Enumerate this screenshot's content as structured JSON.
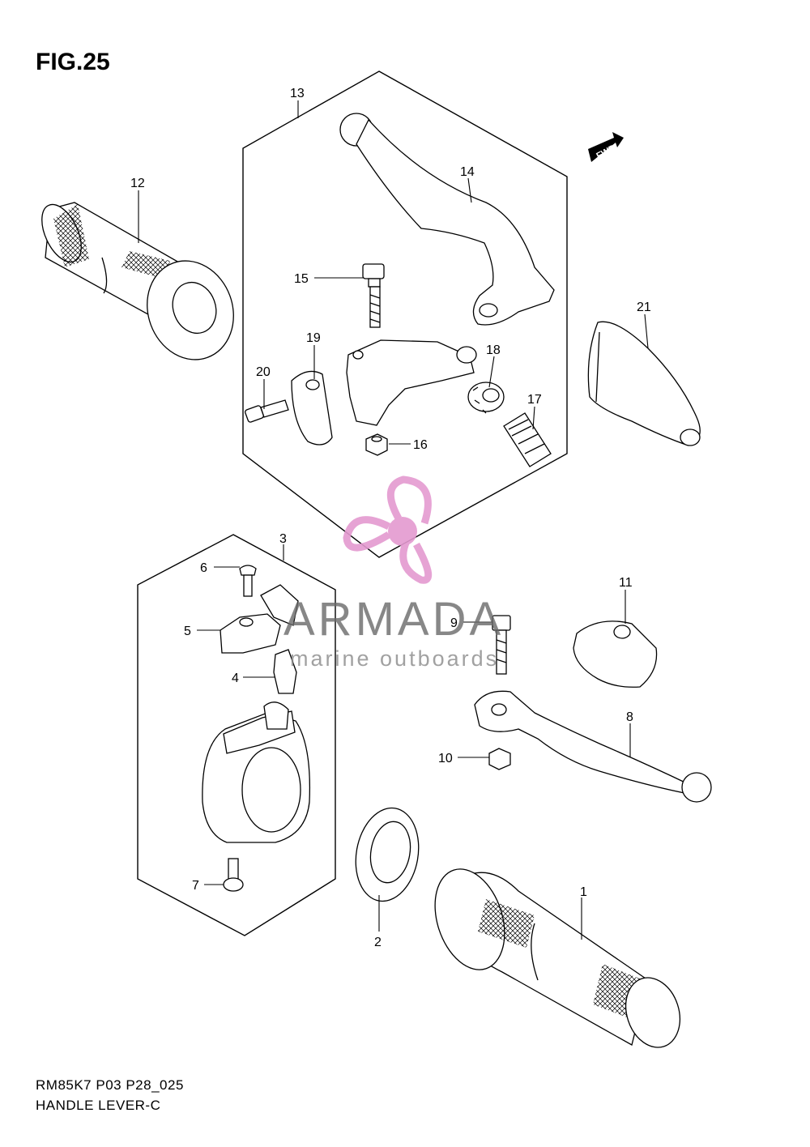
{
  "figure": {
    "title": "FIG.25",
    "code": "RM85K7 P03 P28_025",
    "name": "HANDLE LEVER-C"
  },
  "fwd_label": "FWD",
  "watermark": {
    "brand": "ARMADA",
    "tagline": "marine outboards",
    "accent_color": "#e49ad0"
  },
  "callouts": [
    {
      "id": "c1",
      "text": "1"
    },
    {
      "id": "c2",
      "text": "2"
    },
    {
      "id": "c3",
      "text": "3"
    },
    {
      "id": "c4",
      "text": "4"
    },
    {
      "id": "c5",
      "text": "5"
    },
    {
      "id": "c6",
      "text": "6"
    },
    {
      "id": "c7",
      "text": "7"
    },
    {
      "id": "c8",
      "text": "8"
    },
    {
      "id": "c9",
      "text": "9"
    },
    {
      "id": "c10",
      "text": "10"
    },
    {
      "id": "c11",
      "text": "11"
    },
    {
      "id": "c12",
      "text": "12"
    },
    {
      "id": "c13",
      "text": "13"
    },
    {
      "id": "c14",
      "text": "14"
    },
    {
      "id": "c15",
      "text": "15"
    },
    {
      "id": "c16",
      "text": "16"
    },
    {
      "id": "c17",
      "text": "17"
    },
    {
      "id": "c18",
      "text": "18"
    },
    {
      "id": "c19",
      "text": "19"
    },
    {
      "id": "c20",
      "text": "20"
    },
    {
      "id": "c21",
      "text": "21"
    }
  ]
}
